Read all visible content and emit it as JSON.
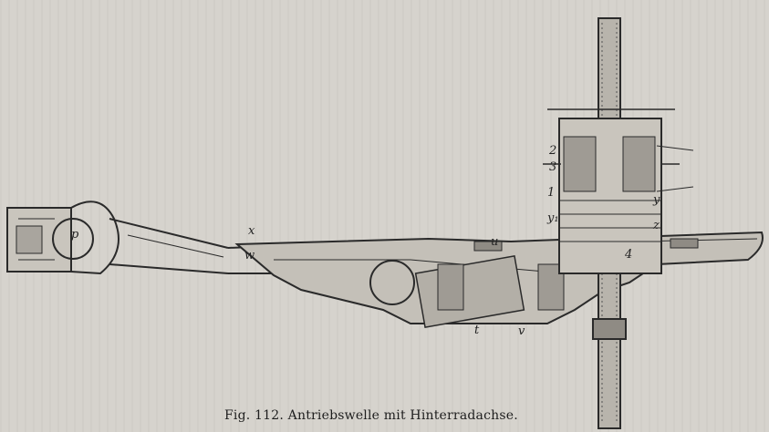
{
  "caption": "Fig. 112. Antriebswelle mit Hinterradachse.",
  "labels": {
    "p": "p",
    "x": "x",
    "w": "w",
    "u": "u",
    "t": "t",
    "v": "v",
    "n2": "2",
    "n3": "3",
    "n1": "1",
    "y": "y",
    "y1": "y₁",
    "z": "z",
    "n4": "4"
  }
}
